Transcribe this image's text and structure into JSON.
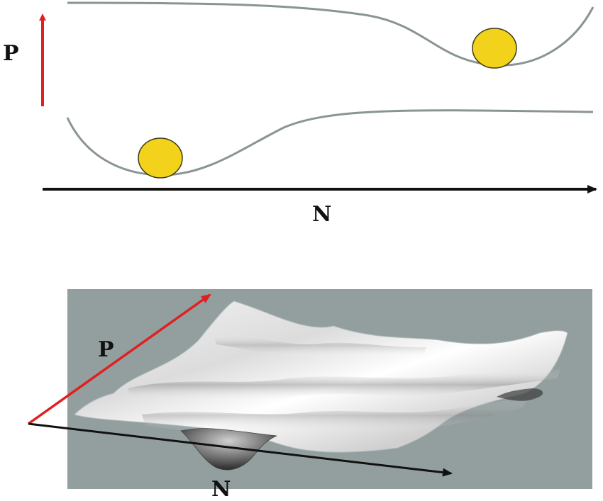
{
  "top_panel": {
    "vertical_axis_label": "P",
    "horizontal_axis_label": "N"
  },
  "bottom_panel": {
    "p_axis_label": "P",
    "n_axis_label": "N"
  },
  "colors": {
    "curve": "#8a9494",
    "ball_fill": "#f2d21a",
    "ball_stroke": "#3a3a1a",
    "p_arrow": "#e02020",
    "n_arrow": "#111111",
    "surface_background": "#939f9f"
  }
}
